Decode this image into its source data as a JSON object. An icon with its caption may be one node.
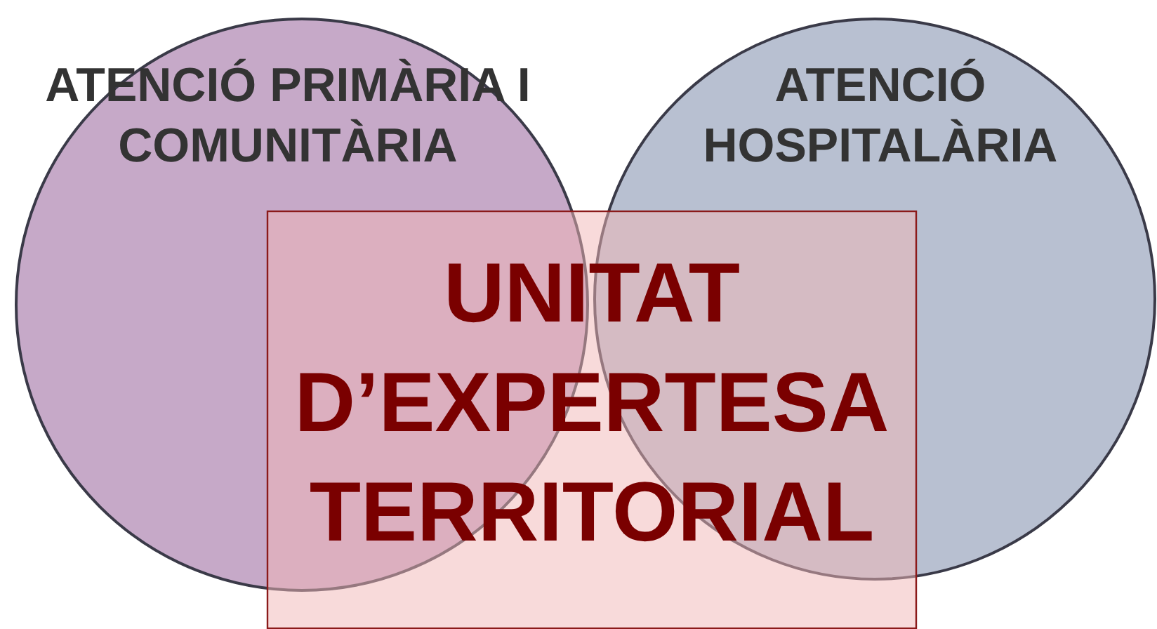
{
  "diagram": {
    "nodes": [
      {
        "text": [
          "ATENCIÓ PRIMÀRIA I COMUNITÀRIA"
        ]
      },
      {
        "text": [
          "ATENCIÓ HOSPITALÀRIA"
        ]
      },
      {
        "text": [
          "UNITAT D’EXPERTESA TERRITORIAL"
        ]
      }
    ]
  }
}
